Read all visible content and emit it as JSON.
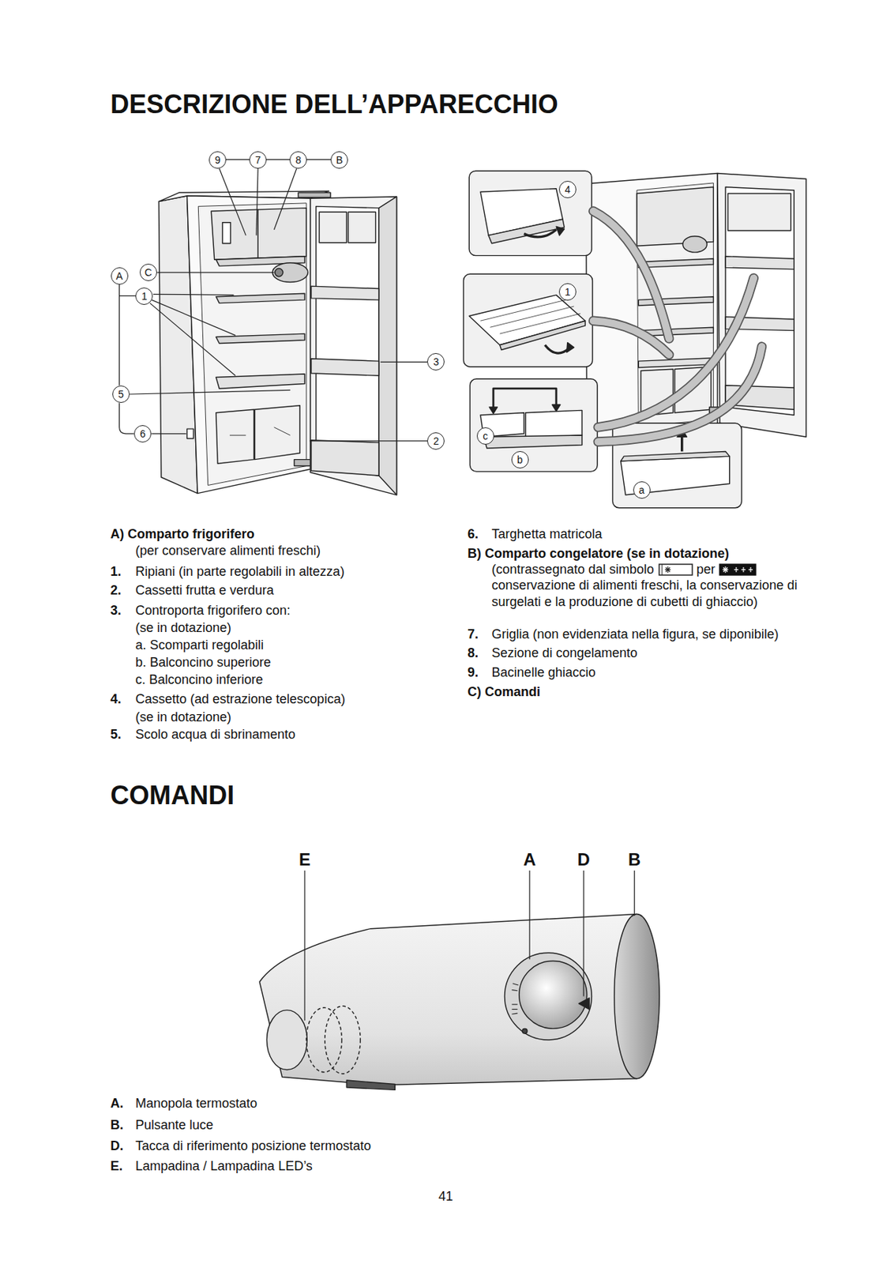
{
  "diagram": {
    "title": "DESCRIZIONE DELL’APPARECCHIO",
    "nodes": [
      {
        "text": [
          "9"
        ]
      },
      {
        "text": [
          "7"
        ]
      },
      {
        "text": [
          "8"
        ]
      },
      {
        "text": [
          "B"
        ]
      },
      {
        "text": [
          "A"
        ]
      },
      {
        "text": [
          "C"
        ]
      },
      {
        "text": [
          "1"
        ]
      },
      {
        "text": [
          "3"
        ]
      },
      {
        "text": [
          "5"
        ]
      },
      {
        "text": [
          "6"
        ]
      },
      {
        "text": [
          "2"
        ]
      },
      {
        "text": [
          "4"
        ]
      },
      {
        "text": [
          "1"
        ]
      },
      {
        "text": [
          "c"
        ]
      },
      {
        "text": [
          "b"
        ]
      },
      {
        "text": [
          "a"
        ]
      }
    ],
    "labels": [
      "A) Comparto frigorifero",
      "(per conservare alimenti freschi)",
      "1.",
      "Ripiani (in parte regolabili in altezza)",
      "2.",
      "Cassetti frutta e verdura",
      "3.",
      "Controporta frigorifero con:",
      "(se in dotazione)",
      "a. Scomparti regolabili",
      "b. Balconcino superiore",
      "c. Balconcino inferiore",
      "4.",
      "Cassetto (ad estrazione telescopica)",
      "(se in dotazione)",
      "5.",
      "Scolo acqua di sbrinamento",
      "6.",
      "Targhetta matricola",
      "B) Comparto congelatore (se in dotazione)",
      "(contrassegnato dal simbolo",
      "per",
      "conservazione di alimenti freschi, la conservazione di surgelati e la produzione di cubetti di ghiaccio)",
      "7.",
      "Griglia (non evidenziata nella figura, se diponibile)",
      "8.",
      "Sezione di congelamento",
      "9.",
      "Bacinelle ghiaccio",
      "C) Comandi",
      "COMANDI",
      "E",
      "A",
      "D",
      "B",
      "A.",
      "Manopola termostato",
      "B.",
      "Pulsante luce",
      "D.",
      "Tacca di riferimento posizione termostato",
      "E.",
      "Lampadina / Lampadina LED’s",
      "41"
    ]
  }
}
